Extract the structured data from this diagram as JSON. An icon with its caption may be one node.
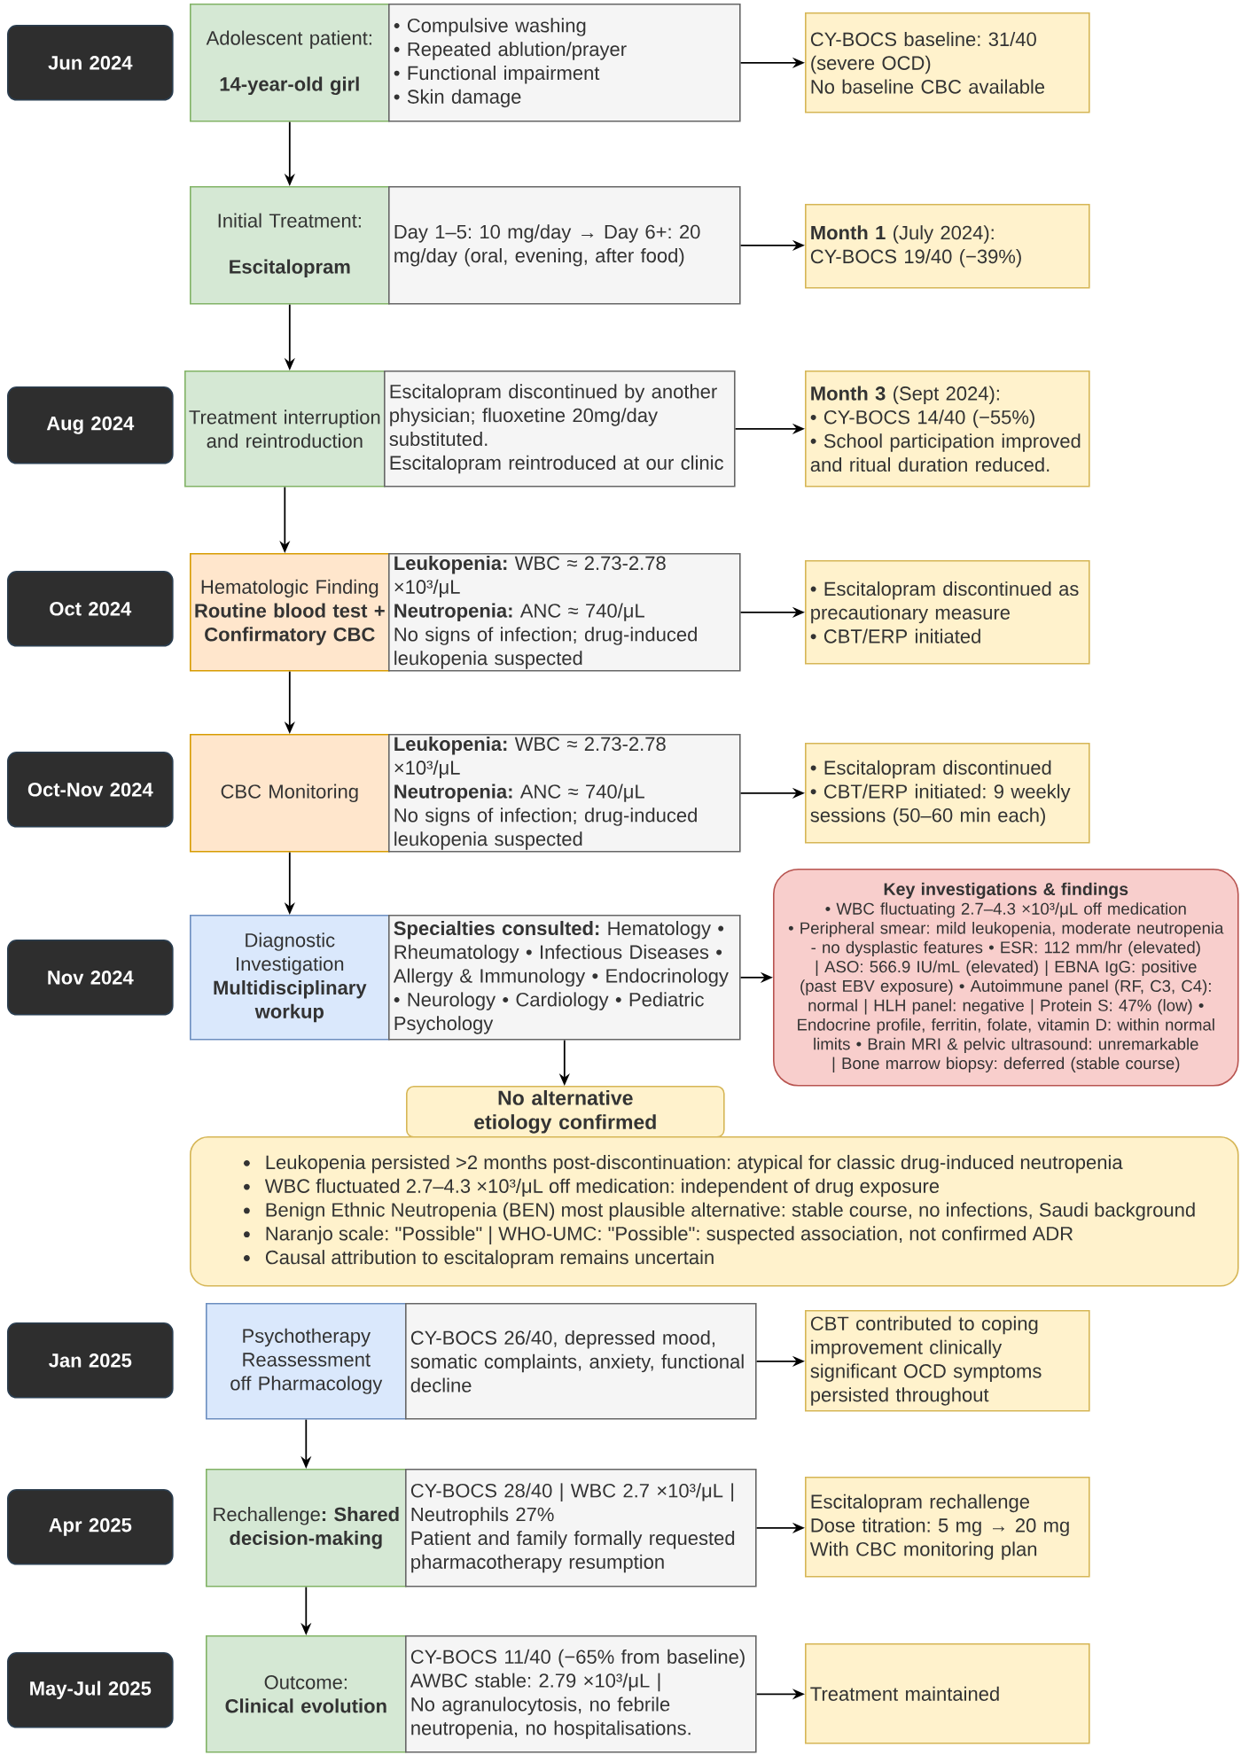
{
  "diagram": {
    "nodes": [
      {
        "text": [
          "Jun 2024"
        ]
      },
      {
        "text": [
          "Adolescent patient:",
          "14-year-old girl"
        ]
      },
      {
        "text": [
          "• Compulsive washing",
          "• Repeated ablution/prayer",
          "• Functional impairment",
          "• Skin damage"
        ]
      },
      {
        "text": [
          "CY-BOCS baseline: 31/40 (severe OCD)",
          "No baseline CBC available"
        ]
      },
      {
        "text": [
          "Initial Treatment:",
          "Escitalopram"
        ]
      },
      {
        "text": [
          "Day 1–5: 10 mg/day → Day 6+: 20 mg/day (oral, evening, after food)"
        ]
      },
      {
        "text": [
          "**Month 1** (July 2024):",
          "CY-BOCS 19/40 (−39%)"
        ]
      },
      {
        "text": [
          "Aug 2024"
        ]
      },
      {
        "text": [
          "Treatment interruption and reintroduction"
        ]
      },
      {
        "text": [
          "Escitalopram discontinued by another physician; fluoxetine 20mg/day substituted.",
          "Escitalopram reintroduced at our clinic"
        ]
      },
      {
        "text": [
          "**Month 3** (Sept 2024):",
          "• CY-BOCS 14/40 (−55%)",
          "• School participation improved and ritual duration reduced."
        ]
      },
      {
        "text": [
          "Oct 2024"
        ]
      },
      {
        "text": [
          "Hematologic Finding",
          "Routine blood test + Confirmatory CBC"
        ]
      },
      {
        "text": [
          "**Leukopenia:** WBC ≈ 2.73-2.78 ×10³/μL",
          "**Neutropenia:** ANC ≈ 740/μL",
          "No signs of infection; drug-induced leukopenia suspected"
        ]
      },
      {
        "text": [
          "• Escitalopram discontinued as precautionary measure",
          "• CBT/ERP initiated"
        ]
      },
      {
        "text": [
          "Oct-Nov 2024"
        ]
      },
      {
        "text": [
          "CBC Monitoring"
        ]
      },
      {
        "text": [
          "**Leukopenia:** WBC ≈ 2.73-2.78 ×10³/μL",
          "**Neutropenia:** ANC ≈ 740/μL",
          "No signs of infection; drug-induced leukopenia suspected"
        ]
      },
      {
        "text": [
          "• Escitalopram discontinued",
          "• CBT/ERP initiated: 9 weekly sessions (50–60 min each)"
        ]
      },
      {
        "text": [
          "Nov 2024"
        ]
      },
      {
        "text": [
          "Diagnostic Investigation",
          "Multidisciplinary workup"
        ]
      },
      {
        "text": [
          "**Specialties consulted:** Hematology • Rheumatology • Infectious Diseases • Allergy & Immunology • Endocrinology • Neurology • Cardiology • Pediatric Psychology"
        ]
      },
      {
        "text": [
          "Key investigations & findings",
          "• WBC fluctuating 2.7–4.3 ×10³/μL off medication",
          "• Peripheral smear: mild leukopenia, moderate neutropenia - no dysplastic features • ESR: 112 mm/hr (elevated) | ASO: 566.9 IU/mL (elevated) | EBNA IgG: positive (past EBV exposure) • Autoimmune panel (RF, C3, C4): normal | HLH panel: negative | Protein S: 47% (low) • Endocrine profile, ferritin, folate, vitamin D: within normal limits • Brain MRI & pelvic ultrasound: unremarkable | Bone marrow biopsy: deferred (stable course)"
        ]
      },
      {
        "text": [
          "No alternative etiology confirmed"
        ]
      },
      {
        "text": [
          "Leukopenia persisted >2 months post-discontinuation: atypical for classic drug-induced neutropenia",
          "WBC fluctuated 2.7–4.3 ×10³/μL off medication: independent of drug exposure",
          "Benign Ethnic Neutropenia (BEN) most plausible alternative: stable course, no infections, Saudi background",
          "Naranjo scale: \"Possible\" | WHO-UMC: \"Possible\": suspected association, not confirmed ADR",
          "Causal attribution to escitalopram remains uncertain"
        ]
      },
      {
        "text": [
          "Jan 2025"
        ]
      },
      {
        "text": [
          "Psychotherapy Reassessment off Pharmacology"
        ]
      },
      {
        "text": [
          "CY-BOCS 26/40, depressed mood, somatic complaints, anxiety, functional decline"
        ]
      },
      {
        "text": [
          "CBT contributed to coping improvement clinically significant OCD symptoms persisted throughout"
        ]
      },
      {
        "text": [
          "Apr 2025"
        ]
      },
      {
        "text": [
          "Rechallenge**: Shared decision-making**"
        ]
      },
      {
        "text": [
          "CY-BOCS 28/40 | WBC 2.7 ×10³/μL | Neutrophils 27%",
          "Patient and family formally requested pharmacotherapy resumption"
        ]
      },
      {
        "text": [
          "Escitalopram rechallenge",
          "Dose titration: 5 mg → 20 mg",
          "With CBC monitoring plan"
        ]
      },
      {
        "text": [
          "May-Jul 2025"
        ]
      },
      {
        "text": [
          "Outcome:",
          "Clinical evolution"
        ]
      },
      {
        "text": [
          "CY-BOCS 11/40 (−65% from baseline)",
          "AWBC stable: 2.79 ×10³/μL |",
          "No agranulocytosis, no febrile neutropenia, no hospitalisations."
        ]
      },
      {
        "text": [
          "Treatment maintained"
        ]
      }
    ],
    "edges": [
      {
        "from": 1,
        "to": 4,
        "arrow": "to"
      },
      {
        "from": 2,
        "to": 3,
        "arrow": "to"
      },
      {
        "from": 5,
        "to": 6,
        "arrow": "to"
      },
      {
        "from": 4,
        "to": 8,
        "arrow": "to"
      },
      {
        "from": 9,
        "to": 10,
        "arrow": "to"
      },
      {
        "from": 8,
        "to": 12,
        "arrow": "to"
      },
      {
        "from": 13,
        "to": 14,
        "arrow": "to"
      },
      {
        "from": 12,
        "to": 16,
        "arrow": "to"
      },
      {
        "from": 17,
        "to": 18,
        "arrow": "to"
      },
      {
        "from": 16,
        "to": 20,
        "arrow": "to"
      },
      {
        "from": 21,
        "to": 22,
        "arrow": "to"
      },
      {
        "from": 21,
        "to": 23,
        "arrow": "to"
      },
      {
        "from": 27,
        "to": 28,
        "arrow": "to"
      },
      {
        "from": 26,
        "to": 30,
        "arrow": "to"
      },
      {
        "from": 31,
        "to": 32,
        "arrow": "to"
      },
      {
        "from": 30,
        "to": 34,
        "arrow": "to"
      },
      {
        "from": 35,
        "to": 36,
        "arrow": "to"
      }
    ]
  }
}
